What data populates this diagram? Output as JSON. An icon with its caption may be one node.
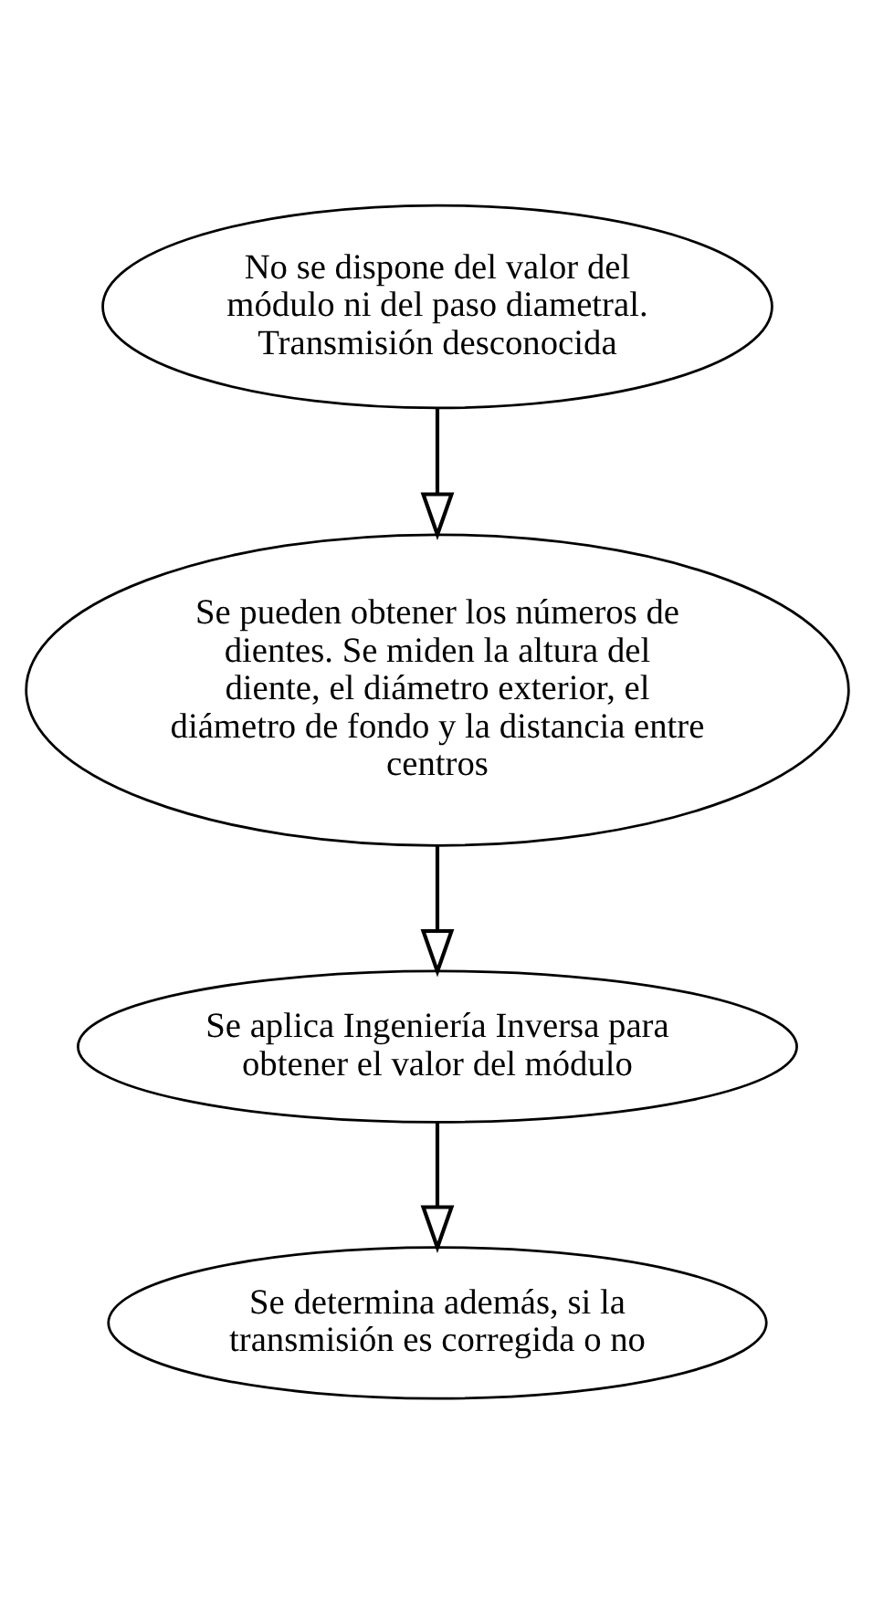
{
  "diagram": {
    "nodes": [
      {
        "text": [
          "No se dispone del valor del módulo ni del paso diametral. Transmisión desconocida"
        ]
      },
      {
        "text": [
          "Se pueden obtener los números de dientes. Se miden la altura del diente, el diámetro exterior, el diámetro de fondo y la distancia entre centros"
        ]
      },
      {
        "text": [
          "Se aplica Ingeniería Inversa para obtener el valor del módulo"
        ]
      },
      {
        "text": [
          "Se determina además, si la transmisión es corregida o no"
        ]
      }
    ],
    "edges": [
      {
        "from": 0,
        "to": 1,
        "arrow": "to"
      },
      {
        "from": 1,
        "to": 2,
        "arrow": "to"
      },
      {
        "from": 2,
        "to": 3,
        "arrow": "to"
      }
    ]
  }
}
